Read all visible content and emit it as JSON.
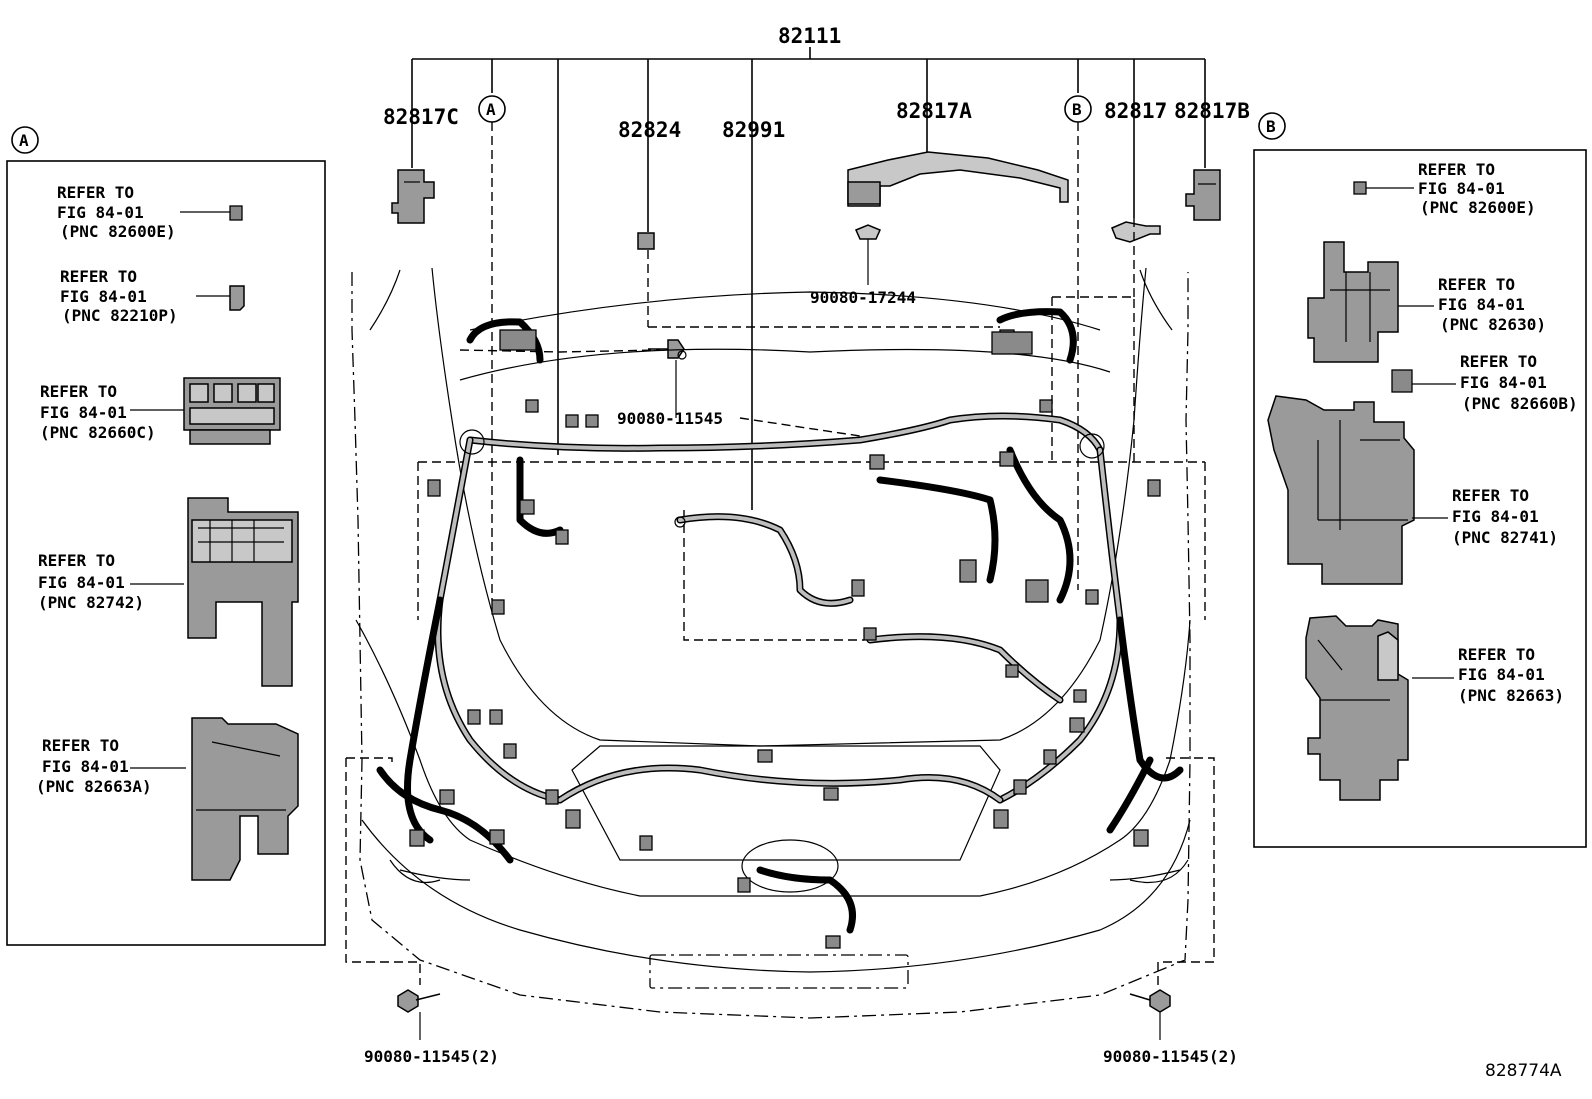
{
  "diagram_code": "828774A",
  "main_part": "82111",
  "callouts": {
    "c82817C": "82817C",
    "c82824": "82824",
    "c82991": "82991",
    "c82817A": "82817A",
    "c82817": "82817",
    "c82817B": "82817B",
    "c17244": "90080-17244",
    "c11545": "90080-11545",
    "c11545L": "90080-11545(2)",
    "c11545R": "90080-11545(2)"
  },
  "markers": {
    "a": "A",
    "b": "B"
  },
  "panel_a": {
    "marker": "A",
    "items": [
      {
        "l1": "REFER TO",
        "l2": "FIG 84-01",
        "l3": "(PNC 82600E)"
      },
      {
        "l1": "REFER TO",
        "l2": "FIG 84-01",
        "l3": "(PNC 82210P)"
      },
      {
        "l1": "REFER TO",
        "l2": "FIG 84-01",
        "l3": "(PNC 82660C)"
      },
      {
        "l1": "REFER TO",
        "l2": "FIG 84-01",
        "l3": "(PNC 82742)"
      },
      {
        "l1": "REFER TO",
        "l2": "FIG 84-01",
        "l3": "(PNC 82663A)"
      }
    ]
  },
  "panel_b": {
    "marker": "B",
    "items": [
      {
        "l1": "REFER TO",
        "l2": "FIG 84-01",
        "l3": "(PNC 82600E)"
      },
      {
        "l1": "REFER TO",
        "l2": "FIG 84-01",
        "l3": "(PNC 82630)"
      },
      {
        "l1": "REFER TO",
        "l2": "FIG 84-01",
        "l3": "(PNC 82660B)"
      },
      {
        "l1": "REFER TO",
        "l2": "FIG 84-01",
        "l3": "(PNC 82741)"
      },
      {
        "l1": "REFER TO",
        "l2": "FIG 84-01",
        "l3": "(PNC 82663)"
      }
    ]
  }
}
